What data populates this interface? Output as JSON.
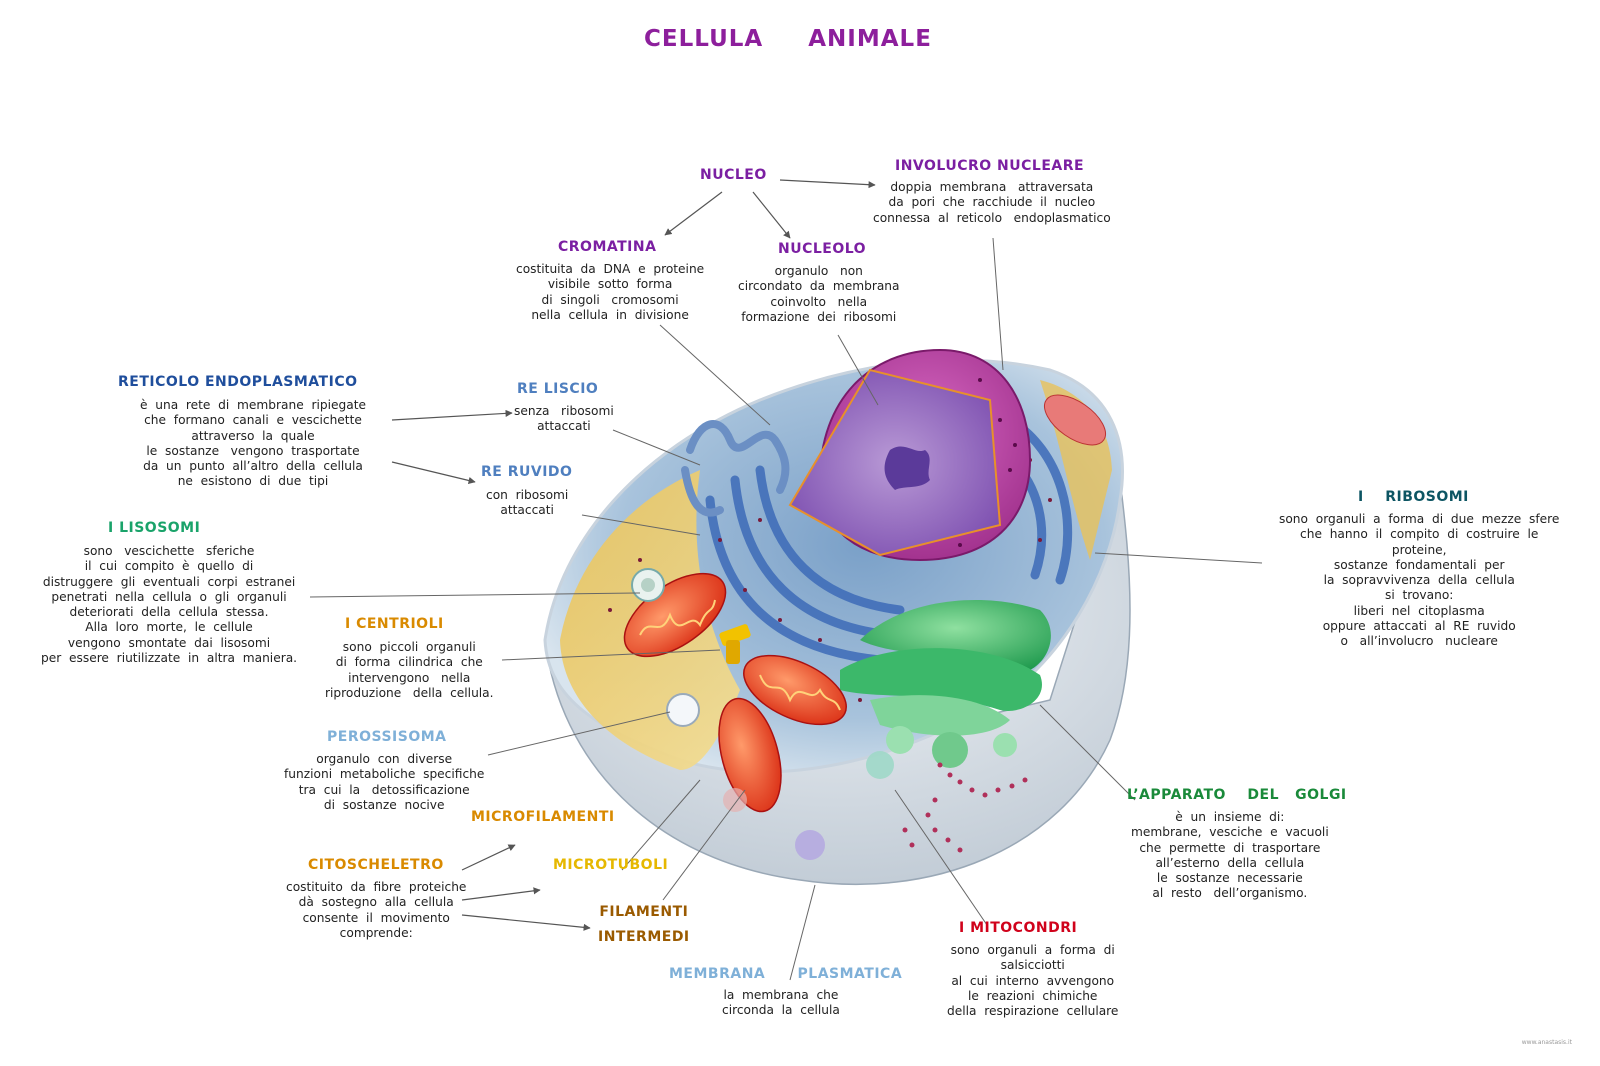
{
  "title": "CELLULA     ANIMALE",
  "colors": {
    "purple": "#7b1fa2",
    "blue": "#1f4e9c",
    "light_blue": "#4f7fbf",
    "green": "#1aa36a",
    "orange": "#d98a00",
    "yellow": "#e6b800",
    "brown": "#9a5a00",
    "red": "#d0021b",
    "pale_blue": "#7fb0d8",
    "teal": "#0d5563",
    "golgi_green": "#1a8a3a"
  },
  "labels": {
    "nucleo": {
      "title": "NUCLEO",
      "desc": ""
    },
    "involucro": {
      "title": "INVOLUCRO     NUCLEARE",
      "desc": "doppia  membrana   attraversata\nda  pori  che  racchiude  il  nucleo\nconnessa  al  reticolo   endoplasmatico"
    },
    "cromatina": {
      "title": "CROMATINA",
      "desc": "costituita  da  DNA  e  proteine\nvisibile  sotto  forma\ndi  singoli   cromosomi\nnella  cellula  in  divisione"
    },
    "nucleolo": {
      "title": "NUCLEOLO",
      "desc": "organulo   non\ncircondato  da  membrana\ncoinvolto   nella\nformazione  dei  ribosomi"
    },
    "reticolo": {
      "title": "RETICOLO       ENDOPLASMATICO",
      "desc": "è  una  rete  di  membrane  ripiegate\nche  formano  canali  e  vescichette\nattraverso  la  quale\nle  sostanze   vengono  trasportate\nda  un  punto  all’altro  della  cellula\nne  esistono  di  due  tipi"
    },
    "re_liscio": {
      "title": "RE    LISCIO",
      "desc": "senza   ribosomi\nattaccati"
    },
    "re_ruvido": {
      "title": "RE    RUVIDO",
      "desc": "con  ribosomi\nattaccati"
    },
    "lisosomi": {
      "title": "I    LISOSOMI",
      "desc": "sono   vescichette   sferiche\nil  cui  compito  è  quello  di\ndistruggere  gli  eventuali  corpi  estranei\npenetrati  nella  cellula  o  gli  organuli\ndeteriorati  della  cellula  stessa.\nAlla  loro  morte,  le  cellule\nvengono  smontate  dai  lisosomi\nper  essere  riutilizzate  in  altra  maniera."
    },
    "centrioli": {
      "title": "I    CENTRIOLI",
      "desc": "sono  piccoli  organuli\ndi  forma  cilindrica  che\nintervengono   nella\nriproduzione   della  cellula."
    },
    "perossisoma": {
      "title": "PEROSSISOMA",
      "desc": "organulo  con  diverse\nfunzioni  metaboliche  specifiche\ntra  cui  la   detossificazione\ndi  sostanze  nocive"
    },
    "microfilamenti": {
      "title": "MICROFILAMENTI",
      "desc": ""
    },
    "citoscheletro": {
      "title": "CITOSCHELETRO",
      "desc": "costituito  da  fibre  proteiche\ndà  sostegno  alla  cellula\nconsente  il  movimento\ncomprende:"
    },
    "microtuboli": {
      "title": "MICROTUBOLI",
      "desc": ""
    },
    "filamenti": {
      "title": "FILAMENTI\nINTERMEDI",
      "desc": ""
    },
    "membrana": {
      "title": "MEMBRANA      PLASMATICA",
      "desc": "la  membrana  che\ncirconda  la  cellula"
    },
    "mitocondri": {
      "title": "I    MITOCONDRI",
      "desc": "sono  organuli  a  forma  di\nsalsicciotti\nal  cui  interno  avvengono\nle  reazioni  chimiche\ndella  respirazione  cellulare"
    },
    "golgi": {
      "title": "L’APPARATO    DEL   GOLGI",
      "desc": "è  un  insieme  di:\nmembrane,  vesciche  e  vacuoli\nche  permette  di  trasportare\nall’esterno  della  cellula\nle  sostanze  necessarie\nal  resto   dell’organismo."
    },
    "ribosomi": {
      "title": "I    RIBOSOMI",
      "desc": "sono  organuli  a  forma  di  due  mezze  sfere\nche  hanno  il  compito  di  costruire  le\nproteine,\nsostanze  fondamentali  per\nla  sopravvivenza  della  cellula\nsi  trovano:\nliberi  nel  citoplasma\noppure  attaccati  al  RE  ruvido\no   all’involucro   nucleare"
    }
  },
  "footer": "www.anastasis.it"
}
